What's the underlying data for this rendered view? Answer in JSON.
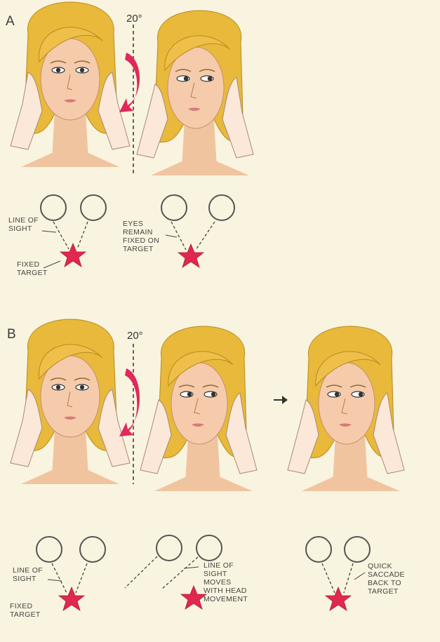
{
  "panels": {
    "a": {
      "letter": "A",
      "angle": "20°"
    },
    "b": {
      "letter": "B",
      "angle": "20°"
    }
  },
  "labels": {
    "a_line_of_sight": "LINE OF\nSIGHT",
    "a_fixed_target": "FIXED\nTARGET",
    "a_eyes_remain": "EYES\nREMAIN\nFIXED ON\nTARGET",
    "b_line_of_sight": "LINE OF\nSIGHT",
    "b_fixed_target": "FIXED\nTARGET",
    "b_line_moves": "LINE OF\nSIGHT\nMOVES\nWITH HEAD\nMOVEMENT",
    "b_quick_saccade": "QUICK\nSACCADE\nBACK TO\nTARGET"
  },
  "colors": {
    "hair": "#e8b93a",
    "skin": "#f4c9a8",
    "arrow": "#e0285a",
    "star": "#e0284e"
  }
}
